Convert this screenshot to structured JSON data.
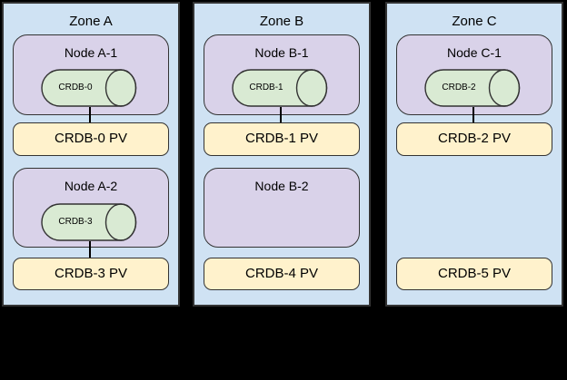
{
  "colors": {
    "background": "#000000",
    "zone_fill": "#cfe2f3",
    "node_fill": "#d9d2e9",
    "cylinder_fill": "#d9ead3",
    "pv_fill": "#fff2cc",
    "outline": "#333333"
  },
  "zones": [
    {
      "label": "Zone A",
      "slots": [
        {
          "node": "Node A-1",
          "disk": "CRDB-0",
          "pv": "CRDB-0 PV"
        },
        {
          "node": "Node A-2",
          "disk": "CRDB-3",
          "pv": "CRDB-3 PV"
        }
      ]
    },
    {
      "label": "Zone B",
      "slots": [
        {
          "node": "Node B-1",
          "disk": "CRDB-1",
          "pv": "CRDB-1 PV"
        },
        {
          "node": "Node B-2",
          "pv": "CRDB-4 PV"
        }
      ]
    },
    {
      "label": "Zone C",
      "slots": [
        {
          "node": "Node C-1",
          "disk": "CRDB-2",
          "pv": "CRDB-2 PV"
        },
        {
          "pv": "CRDB-5 PV"
        }
      ]
    }
  ]
}
